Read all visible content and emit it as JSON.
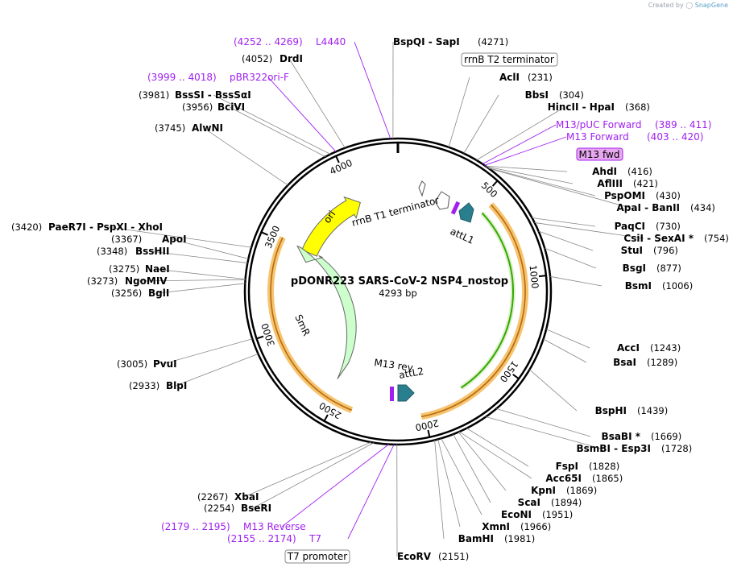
{
  "credit": {
    "prefix": "Created by",
    "brand": "SnapGene"
  },
  "plasmid": {
    "name": "pDONR223 SARS-CoV-2 NSP4_nostop",
    "size_label": "4293 bp",
    "length": 4293
  },
  "ticks": [
    "500",
    "1000",
    "1500",
    "2000",
    "2500",
    "3000",
    "3500",
    "4000"
  ],
  "enzymes": [
    {
      "name": "BspQI  -  SapI",
      "pos": "(4271)"
    },
    {
      "name": "AclI",
      "pos": "(231)"
    },
    {
      "name": "BbsI",
      "pos": "(304)"
    },
    {
      "name": "HincII  -  HpaI",
      "pos": "(368)"
    },
    {
      "name": "AhdI",
      "pos": "(416)"
    },
    {
      "name": "AflIII",
      "pos": "(421)"
    },
    {
      "name": "PspOMI",
      "pos": "(430)"
    },
    {
      "name": "ApaI  -  BanII",
      "pos": "(434)"
    },
    {
      "name": "PaqCI",
      "pos": "(730)"
    },
    {
      "name": "CsiI  -  SexAI *",
      "pos": "(754)"
    },
    {
      "name": "StuI",
      "pos": "(796)"
    },
    {
      "name": "BsgI",
      "pos": "(877)"
    },
    {
      "name": "BsmI",
      "pos": "(1006)"
    },
    {
      "name": "AccI",
      "pos": "(1243)"
    },
    {
      "name": "BsaI",
      "pos": "(1289)"
    },
    {
      "name": "BspHI",
      "pos": "(1439)"
    },
    {
      "name": "BsaBI *",
      "pos": "(1669)"
    },
    {
      "name": "BsmBI  -  Esp3I",
      "pos": "(1728)"
    },
    {
      "name": "FspI",
      "pos": "(1828)"
    },
    {
      "name": "Acc65I",
      "pos": "(1865)"
    },
    {
      "name": "KpnI",
      "pos": "(1869)"
    },
    {
      "name": "ScaI",
      "pos": "(1894)"
    },
    {
      "name": "EcoNI",
      "pos": "(1951)"
    },
    {
      "name": "XmnI",
      "pos": "(1966)"
    },
    {
      "name": "BamHI",
      "pos": "(1981)"
    },
    {
      "name": "EcoRV",
      "pos": "(2151)"
    },
    {
      "name": "DrdI",
      "pos": "(4052)"
    },
    {
      "name": "BssSI  -  BssSαI",
      "pos": "(3981)"
    },
    {
      "name": "BciVI",
      "pos": "(3956)"
    },
    {
      "name": "AlwNI",
      "pos": "(3745)"
    },
    {
      "name": "PaeR7I  -  PspXI  -  XhoI",
      "pos": "(3420)"
    },
    {
      "name": "ApoI",
      "pos": "(3367)"
    },
    {
      "name": "BssHII",
      "pos": "(3348)"
    },
    {
      "name": "NaeI",
      "pos": "(3275)"
    },
    {
      "name": "NgoMIV",
      "pos": "(3273)"
    },
    {
      "name": "BglI",
      "pos": "(3256)"
    },
    {
      "name": "PvuI",
      "pos": "(3005)"
    },
    {
      "name": "BlpI",
      "pos": "(2933)"
    },
    {
      "name": "XbaI",
      "pos": "(2267)"
    },
    {
      "name": "BseRI",
      "pos": "(2254)"
    }
  ],
  "primers": [
    {
      "name": "L4440",
      "range": "(4252 .. 4269)"
    },
    {
      "name": "pBR322ori-F",
      "range": "(3999 .. 4018)"
    },
    {
      "name": "M13/pUC Forward",
      "range": "(389 .. 411)"
    },
    {
      "name": "M13 Forward",
      "range": "(403 .. 420)"
    },
    {
      "name": "M13 Reverse",
      "range": "(2179 .. 2195)"
    },
    {
      "name": "T7",
      "range": "(2155 .. 2174)"
    }
  ],
  "boxed_labels": {
    "rrnb_t2": "rrnB T2 terminator",
    "m13_fwd": "M13 fwd",
    "t7_promoter": "T7 promoter"
  },
  "features": {
    "ori": "ori",
    "smr": "SmR",
    "rrnb_t1": "rrnB T1 terminator",
    "attl1": "attL1",
    "attl2": "attL2",
    "m13_rev": "M13 rev"
  },
  "colors": {
    "ori": "#ffff00",
    "smr": "#ccffcc",
    "orf_orange": "#f7c36e",
    "orf_green": "#33aa00",
    "att_teal": "#2a7f8f",
    "primer_purple": "#a020f0",
    "m13fwd_box": "#e8a8f0"
  }
}
